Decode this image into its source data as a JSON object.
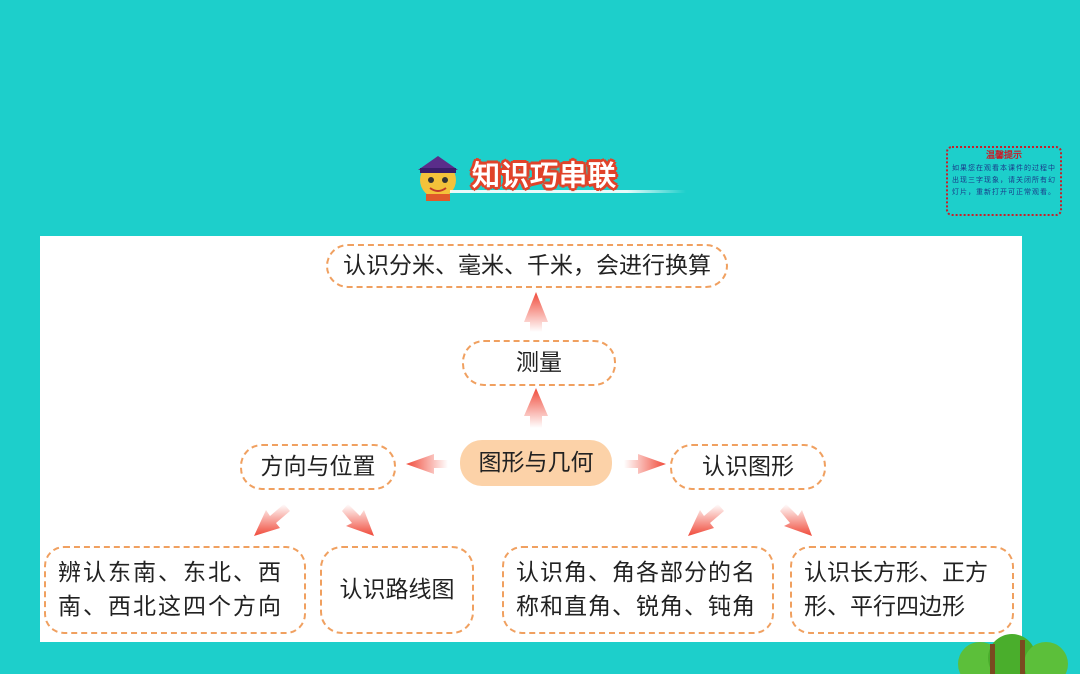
{
  "header": {
    "title": "知识巧串联"
  },
  "notice": {
    "title": "温馨提示",
    "body": "如果您在观看本课件的过程中出现三字现象，请关闭所有幻灯片，重新打开可正常观看。"
  },
  "diagram": {
    "center": "图形与几何",
    "top": "认识分米、毫米、千米，会进行换算",
    "measure": "测量",
    "left": "方向与位置",
    "right": "认识图形",
    "left_child_1": "辨认东南、东北、西南、西北这四个方向",
    "left_child_2": "认识路线图",
    "right_child_1": "认识角、角各部分的名称和直角、锐角、钝角",
    "right_child_2": "认识长方形、正方形、平行四边形"
  },
  "colors": {
    "background": "#1dcfcb",
    "panel": "#ffffff",
    "node_border": "#f0a060",
    "center_fill": "#fcd2a8",
    "arrow": "#f04a3a"
  }
}
